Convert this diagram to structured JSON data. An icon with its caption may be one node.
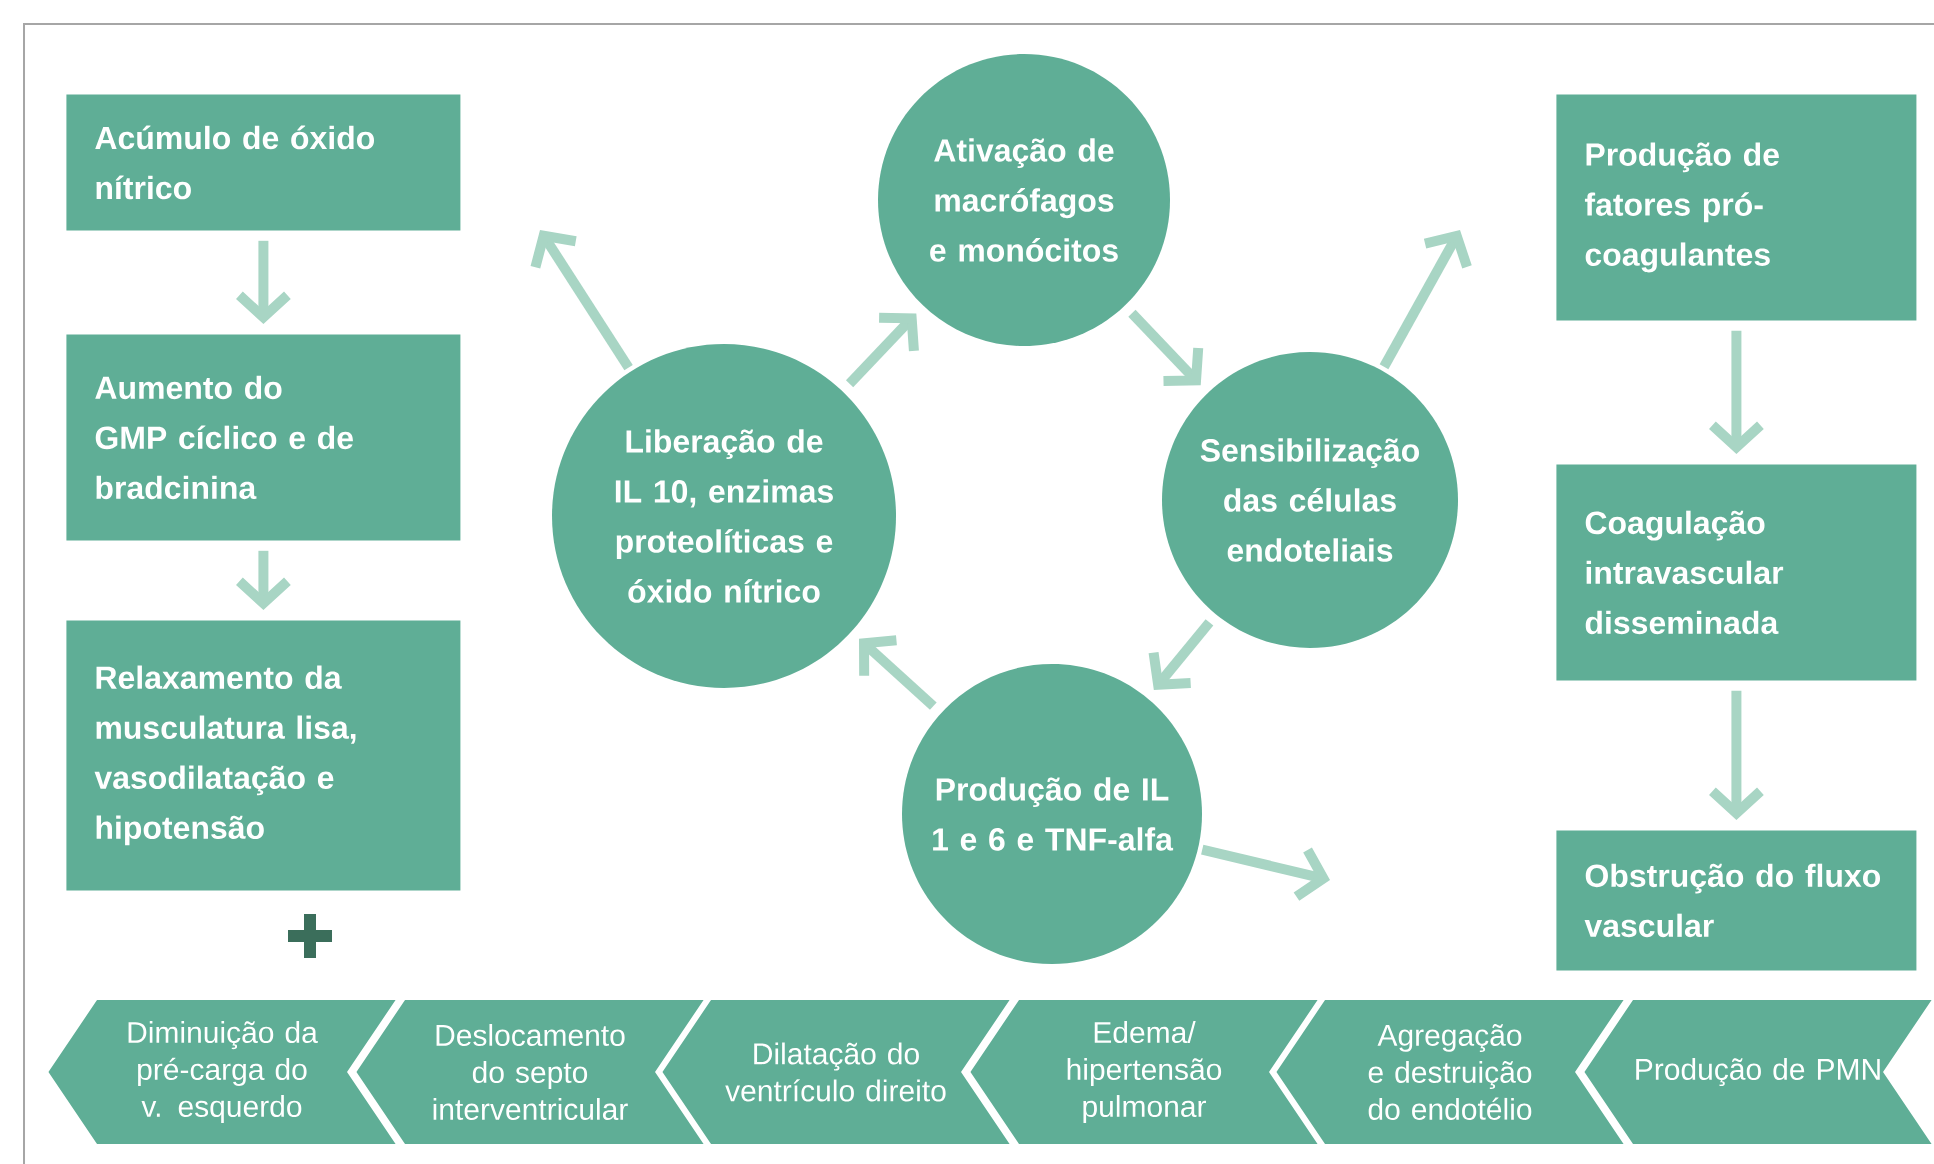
{
  "diagram": {
    "nodes": [
      {
        "text": [
          "Acúmulo de óxido nítrico"
        ]
      },
      {
        "text": [
          "Aumento do GMP cíclico e de bradcinina"
        ]
      },
      {
        "text": [
          "Relaxamento da musculatura lisa, vasodilatação e hipotensão"
        ]
      },
      {
        "text": [
          "Ativação de macrófagos e monócitos"
        ]
      },
      {
        "text": [
          "Liberação de IL 10, enzimas proteolíticas e óxido nítrico"
        ]
      },
      {
        "text": [
          "Sensibilização das células endoteliais"
        ]
      },
      {
        "text": [
          "Produção de IL 1 e 6 e TNF-alfa"
        ]
      },
      {
        "text": [
          "Produção de fatores pró-coagulantes"
        ]
      },
      {
        "text": [
          "Coagulação intravascular disseminada"
        ]
      },
      {
        "text": [
          "Obstrução do fluxo vascular"
        ]
      },
      {
        "text": [
          "Diminuição da pré-carga do v. esquerdo"
        ]
      },
      {
        "text": [
          "Deslocamento do septo interventricular"
        ]
      },
      {
        "text": [
          "Dilatação do ventrículo direito"
        ]
      },
      {
        "text": [
          "Edema/ hipertensão pulmonar"
        ]
      },
      {
        "text": [
          "Agregação e destruição do endotélio"
        ]
      },
      {
        "text": [
          "Produção de PMN"
        ]
      }
    ],
    "edges": [
      {
        "from": 0,
        "to": 1,
        "arrow": "to"
      },
      {
        "from": 1,
        "to": 2,
        "arrow": "to"
      },
      {
        "from": 3,
        "to": 5,
        "arrow": "to"
      },
      {
        "from": 5,
        "to": 6,
        "arrow": "to"
      },
      {
        "from": 6,
        "to": 4,
        "arrow": "to"
      },
      {
        "from": 4,
        "to": 3,
        "arrow": "to"
      },
      {
        "from": 4,
        "to": null,
        "arrow": "to"
      },
      {
        "from": 5,
        "to": null,
        "arrow": "to"
      },
      {
        "from": 6,
        "to": null,
        "arrow": "to"
      },
      {
        "from": 7,
        "to": 8,
        "arrow": "to"
      },
      {
        "from": 8,
        "to": 9,
        "arrow": "to"
      }
    ]
  }
}
